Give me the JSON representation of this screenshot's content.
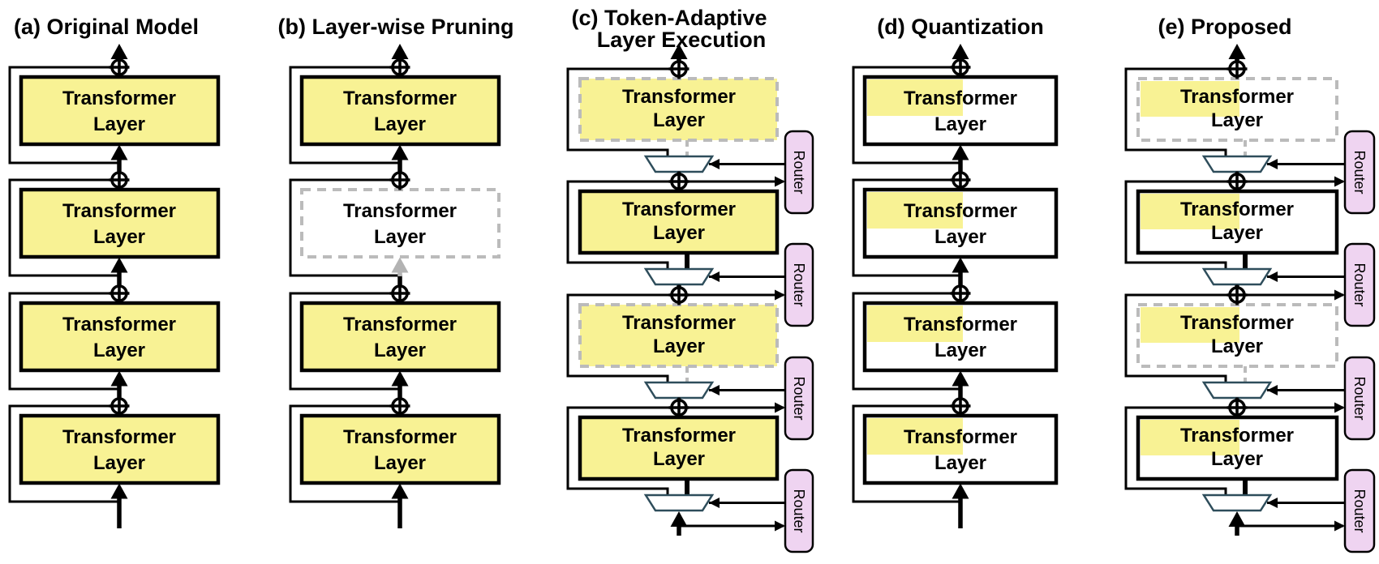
{
  "labels": {
    "transformer_layer": [
      "Transformer",
      "Layer"
    ],
    "router": "Router"
  },
  "panels": [
    {
      "id": "a",
      "title_lines": [
        "(a) Original Model"
      ],
      "layers": [
        {
          "state": "executed"
        },
        {
          "state": "executed"
        },
        {
          "state": "executed"
        },
        {
          "state": "executed"
        }
      ]
    },
    {
      "id": "b",
      "title_lines": [
        "(b) Layer-wise Pruning"
      ],
      "layers": [
        {
          "state": "executed"
        },
        {
          "state": "pruned"
        },
        {
          "state": "executed"
        },
        {
          "state": "executed"
        }
      ]
    },
    {
      "id": "c",
      "title_lines": [
        "(c) Token-Adaptive",
        "Layer Execution"
      ],
      "layers": [
        {
          "state": "token-skippable"
        },
        {
          "state": "executed"
        },
        {
          "state": "token-skippable"
        },
        {
          "state": "executed"
        }
      ],
      "routers": [
        "Router",
        "Router",
        "Router",
        "Router"
      ]
    },
    {
      "id": "d",
      "title_lines": [
        "(d) Quantization"
      ],
      "layers": [
        {
          "state": "quantized"
        },
        {
          "state": "quantized"
        },
        {
          "state": "quantized"
        },
        {
          "state": "quantized"
        }
      ]
    },
    {
      "id": "e",
      "title_lines": [
        "(e) Proposed"
      ],
      "layers": [
        {
          "state": "quantized-token-skippable"
        },
        {
          "state": "quantized"
        },
        {
          "state": "quantized-token-skippable"
        },
        {
          "state": "quantized"
        }
      ],
      "routers": [
        "Router",
        "Router",
        "Router",
        "Router"
      ]
    }
  ],
  "colors": {
    "layer_yellow": "#f8f294",
    "router_pink": "#efd4f1",
    "pruned_gray": "#bbbbbb",
    "mux_outline": "#2e4d5b",
    "line_black": "#000000"
  }
}
